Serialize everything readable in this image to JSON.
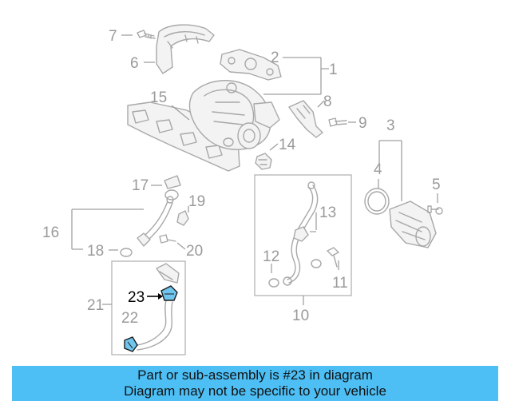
{
  "callouts": {
    "c1": "1",
    "c2": "2",
    "c3": "3",
    "c4": "4",
    "c5": "5",
    "c6": "6",
    "c7": "7",
    "c8": "8",
    "c9": "9",
    "c10": "10",
    "c11": "11",
    "c12": "12",
    "c13": "13",
    "c14": "14",
    "c15": "15",
    "c16": "16",
    "c17": "17",
    "c18": "18",
    "c19": "19",
    "c20": "20",
    "c21": "21",
    "c22": "22",
    "c23": "23"
  },
  "highlight": {
    "part_number": "23",
    "color": "#6fc5ee"
  },
  "banner": {
    "line1": "Part or sub-assembly is #23 in diagram",
    "line2": "Diagram may not be specific to your vehicle",
    "background": "#4dbff5"
  }
}
